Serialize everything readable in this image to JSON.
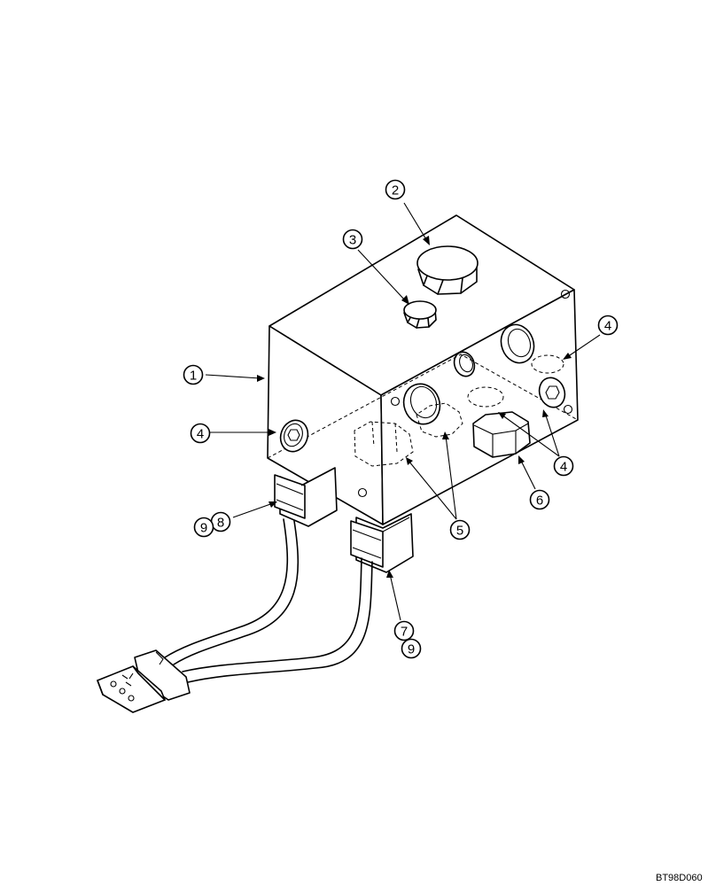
{
  "diagram": {
    "reference_code": "BT98D060",
    "callouts": [
      {
        "id": "c1",
        "label": "1"
      },
      {
        "id": "c2",
        "label": "2"
      },
      {
        "id": "c3",
        "label": "3"
      },
      {
        "id": "c4a",
        "label": "4"
      },
      {
        "id": "c4b",
        "label": "4"
      },
      {
        "id": "c4c",
        "label": "4"
      },
      {
        "id": "c5",
        "label": "5"
      },
      {
        "id": "c6",
        "label": "6"
      },
      {
        "id": "c7",
        "label": "7"
      },
      {
        "id": "c8",
        "label": "8"
      },
      {
        "id": "c9a",
        "label": "9"
      },
      {
        "id": "c9b",
        "label": "9"
      }
    ]
  }
}
